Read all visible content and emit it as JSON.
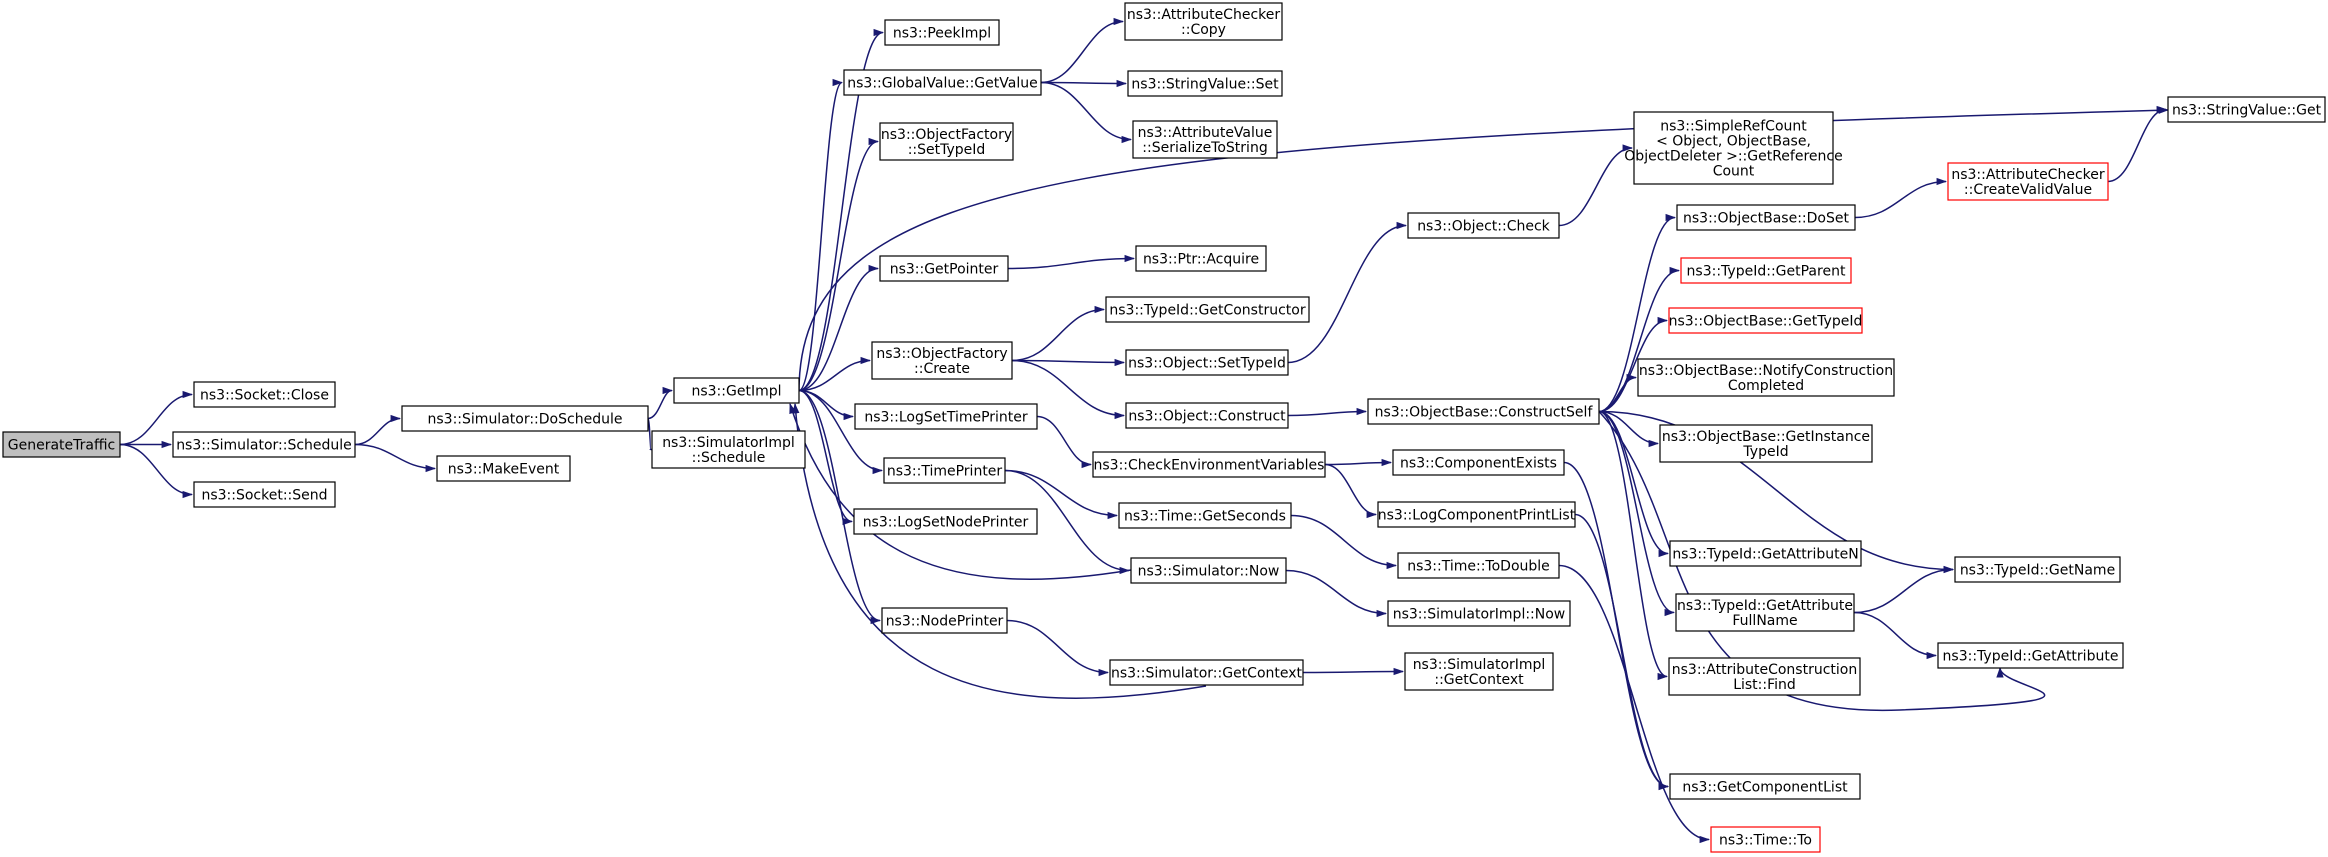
{
  "colors": {
    "edge": "#191970",
    "node_border": "#000000",
    "node_border_incomplete": "#ff0000",
    "root_fill": "#bfbfbf",
    "node_fill": "#ffffff"
  },
  "nodes": {
    "generate_traffic": [
      "GenerateTraffic"
    ],
    "socket_close": [
      "ns3::Socket::Close"
    ],
    "simulator_schedule": [
      "ns3::Simulator::Schedule"
    ],
    "socket_send": [
      "ns3::Socket::Send"
    ],
    "simulator_doschedule": [
      "ns3::Simulator::DoSchedule"
    ],
    "make_event": [
      "ns3::MakeEvent"
    ],
    "get_impl": [
      "ns3::GetImpl"
    ],
    "simulatorimpl_schedule": [
      "ns3::SimulatorImpl",
      "::Schedule"
    ],
    "peek_impl": [
      "ns3::PeekImpl"
    ],
    "globalvalue_getvalue": [
      "ns3::GlobalValue::GetValue"
    ],
    "objectfactory_settypeid": [
      "ns3::ObjectFactory",
      "::SetTypeId"
    ],
    "get_pointer": [
      "ns3::GetPointer"
    ],
    "objectfactory_create": [
      "ns3::ObjectFactory",
      "::Create"
    ],
    "log_set_time_printer": [
      "ns3::LogSetTimePrinter"
    ],
    "time_printer": [
      "ns3::TimePrinter"
    ],
    "log_set_node_printer": [
      "ns3::LogSetNodePrinter"
    ],
    "node_printer": [
      "ns3::NodePrinter"
    ],
    "attributechecker_copy": [
      "ns3::AttributeChecker",
      "::Copy"
    ],
    "stringvalue_set": [
      "ns3::StringValue::Set"
    ],
    "attributevalue_serialize": [
      "ns3::AttributeValue",
      "::SerializeToString"
    ],
    "ptr_acquire": [
      "ns3::Ptr::Acquire"
    ],
    "typeid_getconstructor": [
      "ns3::TypeId::GetConstructor"
    ],
    "object_settypeid": [
      "ns3::Object::SetTypeId"
    ],
    "object_construct": [
      "ns3::Object::Construct"
    ],
    "check_env_vars": [
      "ns3::CheckEnvironmentVariables"
    ],
    "time_getseconds": [
      "ns3::Time::GetSeconds"
    ],
    "simulator_now": [
      "ns3::Simulator::Now"
    ],
    "simulator_getcontext": [
      "ns3::Simulator::GetContext"
    ],
    "object_check": [
      "ns3::Object::Check"
    ],
    "simplerefcount_getref": [
      "ns3::SimpleRefCount",
      "< Object, ObjectBase,",
      "ObjectDeleter >::GetReference",
      "Count"
    ],
    "objectbase_constructself": [
      "ns3::ObjectBase::ConstructSelf"
    ],
    "component_exists": [
      "ns3::ComponentExists"
    ],
    "log_component_print_list": [
      "ns3::LogComponentPrintList"
    ],
    "time_todouble": [
      "ns3::Time::ToDouble"
    ],
    "simulatorimpl_now": [
      "ns3::SimulatorImpl::Now"
    ],
    "simulatorimpl_getcontext": [
      "ns3::SimulatorImpl",
      "::GetContext"
    ],
    "objectbase_doset": [
      "ns3::ObjectBase::DoSet"
    ],
    "typeid_getparent": [
      "ns3::TypeId::GetParent"
    ],
    "objectbase_gettypeid": [
      "ns3::ObjectBase::GetTypeId"
    ],
    "objectbase_notifyconstruction": [
      "ns3::ObjectBase::NotifyConstruction",
      "Completed"
    ],
    "objectbase_getinstancetypeid": [
      "ns3::ObjectBase::GetInstance",
      "TypeId"
    ],
    "typeid_getattributen": [
      "ns3::TypeId::GetAttributeN"
    ],
    "typeid_getattributefullname": [
      "ns3::TypeId::GetAttribute",
      "FullName"
    ],
    "attributeconstructionlist_find": [
      "ns3::AttributeConstruction",
      "List::Find"
    ],
    "get_component_list": [
      "ns3::GetComponentList"
    ],
    "time_to": [
      "ns3::Time::To"
    ],
    "attributechecker_createvalidvalue": [
      "ns3::AttributeChecker",
      "::CreateValidValue"
    ],
    "stringvalue_get": [
      "ns3::StringValue::Get"
    ],
    "typeid_getname": [
      "ns3::TypeId::GetName"
    ],
    "typeid_getattribute": [
      "ns3::TypeId::GetAttribute"
    ]
  }
}
